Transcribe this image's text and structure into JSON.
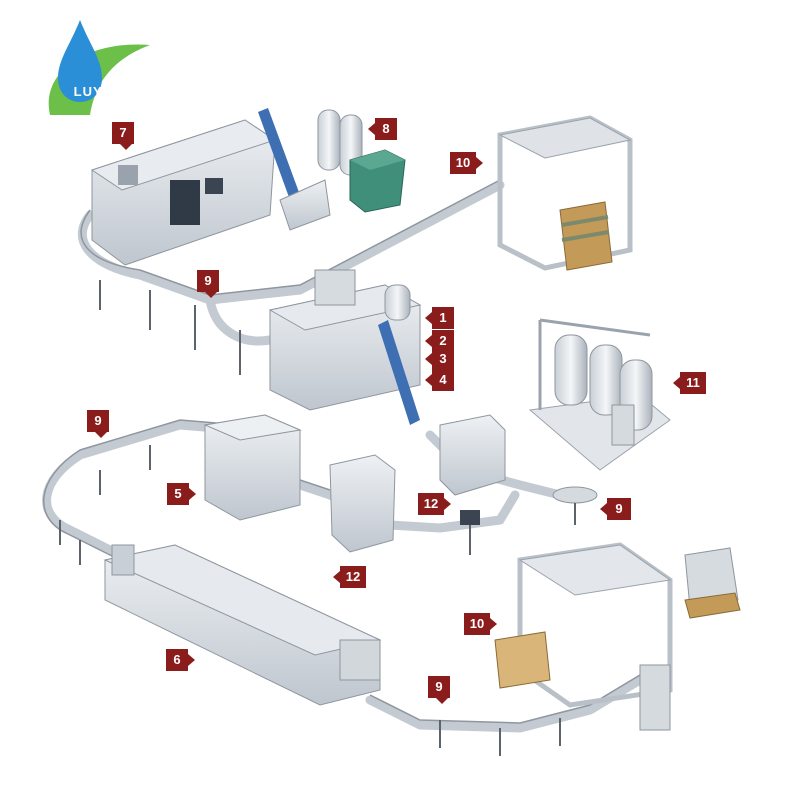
{
  "logo": {
    "text": "LUYE",
    "colors": {
      "drop": "#2a8fd6",
      "leaf": "#6cc04a"
    }
  },
  "labels": [
    {
      "id": "label-7-blow-molder",
      "text": "7"
    },
    {
      "id": "label-8-water-treatment",
      "text": "8"
    },
    {
      "id": "label-10-palletizer-top",
      "text": "10"
    },
    {
      "id": "label-9-conveyor-top",
      "text": "9"
    },
    {
      "id": "label-1",
      "text": "1"
    },
    {
      "id": "label-2",
      "text": "2"
    },
    {
      "id": "label-3",
      "text": "3"
    },
    {
      "id": "label-4",
      "text": "4"
    },
    {
      "id": "label-11-tanks",
      "text": "11"
    },
    {
      "id": "label-9-conveyor-left",
      "text": "9"
    },
    {
      "id": "label-5",
      "text": "5"
    },
    {
      "id": "label-12-coder",
      "text": "12"
    },
    {
      "id": "label-9-turntable",
      "text": "9"
    },
    {
      "id": "label-12-labeler",
      "text": "12"
    },
    {
      "id": "label-10-palletizer-bottom",
      "text": "10"
    },
    {
      "id": "label-6-wrapper",
      "text": "6"
    },
    {
      "id": "label-9-conveyor-bottom",
      "text": "9"
    }
  ],
  "colors": {
    "tag": "#8b1c1c",
    "machine": "#d9dde2",
    "machine_dark": "#9aa3ad",
    "conveyor": "#c4cad1",
    "pallet": "#d9b57a",
    "blue_chute": "#3e6fb3",
    "green_box": "#3f8f7a"
  }
}
